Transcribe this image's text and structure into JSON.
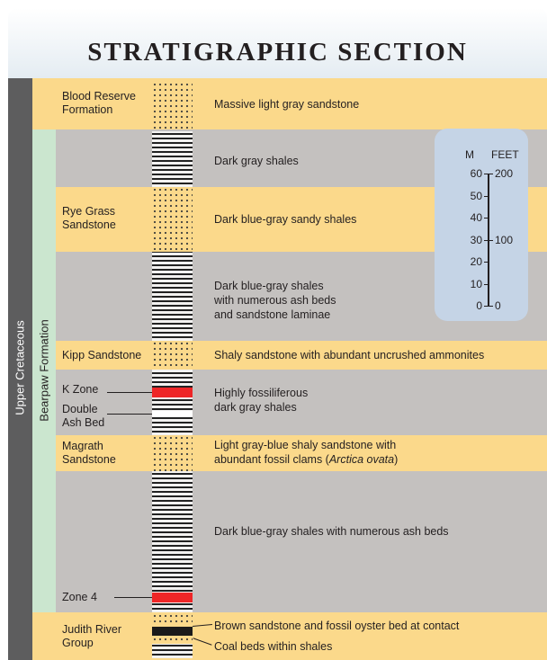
{
  "title": "STRATIGRAPHIC SECTION",
  "group_labels": {
    "upper": "Upper Cretaceous",
    "bearpaw": "Bearpaw Formation"
  },
  "units": {
    "blood_reserve": {
      "name_1": "Blood Reserve",
      "name_2": "Formation",
      "desc": "Massive light gray sandstone"
    },
    "dark_gray_shales": {
      "desc": "Dark gray shales"
    },
    "rye_grass": {
      "name_1": "Rye Grass",
      "name_2": "Sandstone",
      "desc": "Dark blue-gray sandy shales"
    },
    "ash_shales": {
      "desc_1": "Dark blue-gray shales",
      "desc_2": "with numerous ash beds",
      "desc_3": "and sandstone laminae"
    },
    "kipp": {
      "name": "Kipp Sandstone",
      "desc": "Shaly sandstone with abundant uncrushed ammonites"
    },
    "k_zone": {
      "name": "K Zone",
      "desc_1": "Highly fossiliferous",
      "desc_2": "dark gray shales"
    },
    "double_ash": {
      "name_1": "Double",
      "name_2": "Ash Bed"
    },
    "magrath": {
      "name_1": "Magrath",
      "name_2": "Sandstone",
      "desc_1": "Light gray-blue shaly sandstone with",
      "desc_2_prefix": "abundant fossil clams (",
      "desc_2_italic": "Arctica ovata",
      "desc_2_suffix": ")"
    },
    "lower_shales": {
      "desc": "Dark blue-gray shales with numerous ash beds"
    },
    "zone4": {
      "name": "Zone 4"
    },
    "judith_river": {
      "name_1": "Judith River",
      "name_2": "Group",
      "desc_1": "Brown sandstone and fossil oyster bed at contact",
      "desc_2": "Coal beds within shales"
    }
  },
  "scale": {
    "unit_m": "M",
    "unit_ft": "FEET",
    "m_labels": [
      "60",
      "50",
      "40",
      "30",
      "20",
      "10",
      "0"
    ],
    "ft_labels": [
      "200",
      "100",
      "0"
    ]
  },
  "colors": {
    "sandstone": "#fbd98b",
    "shale": "#c4c1bf",
    "marker": "#ee2627",
    "upper_bar": "#5d5d5e",
    "bearpaw_bar": "#cbe6cf",
    "scale_bg": "#c5d4e6"
  }
}
